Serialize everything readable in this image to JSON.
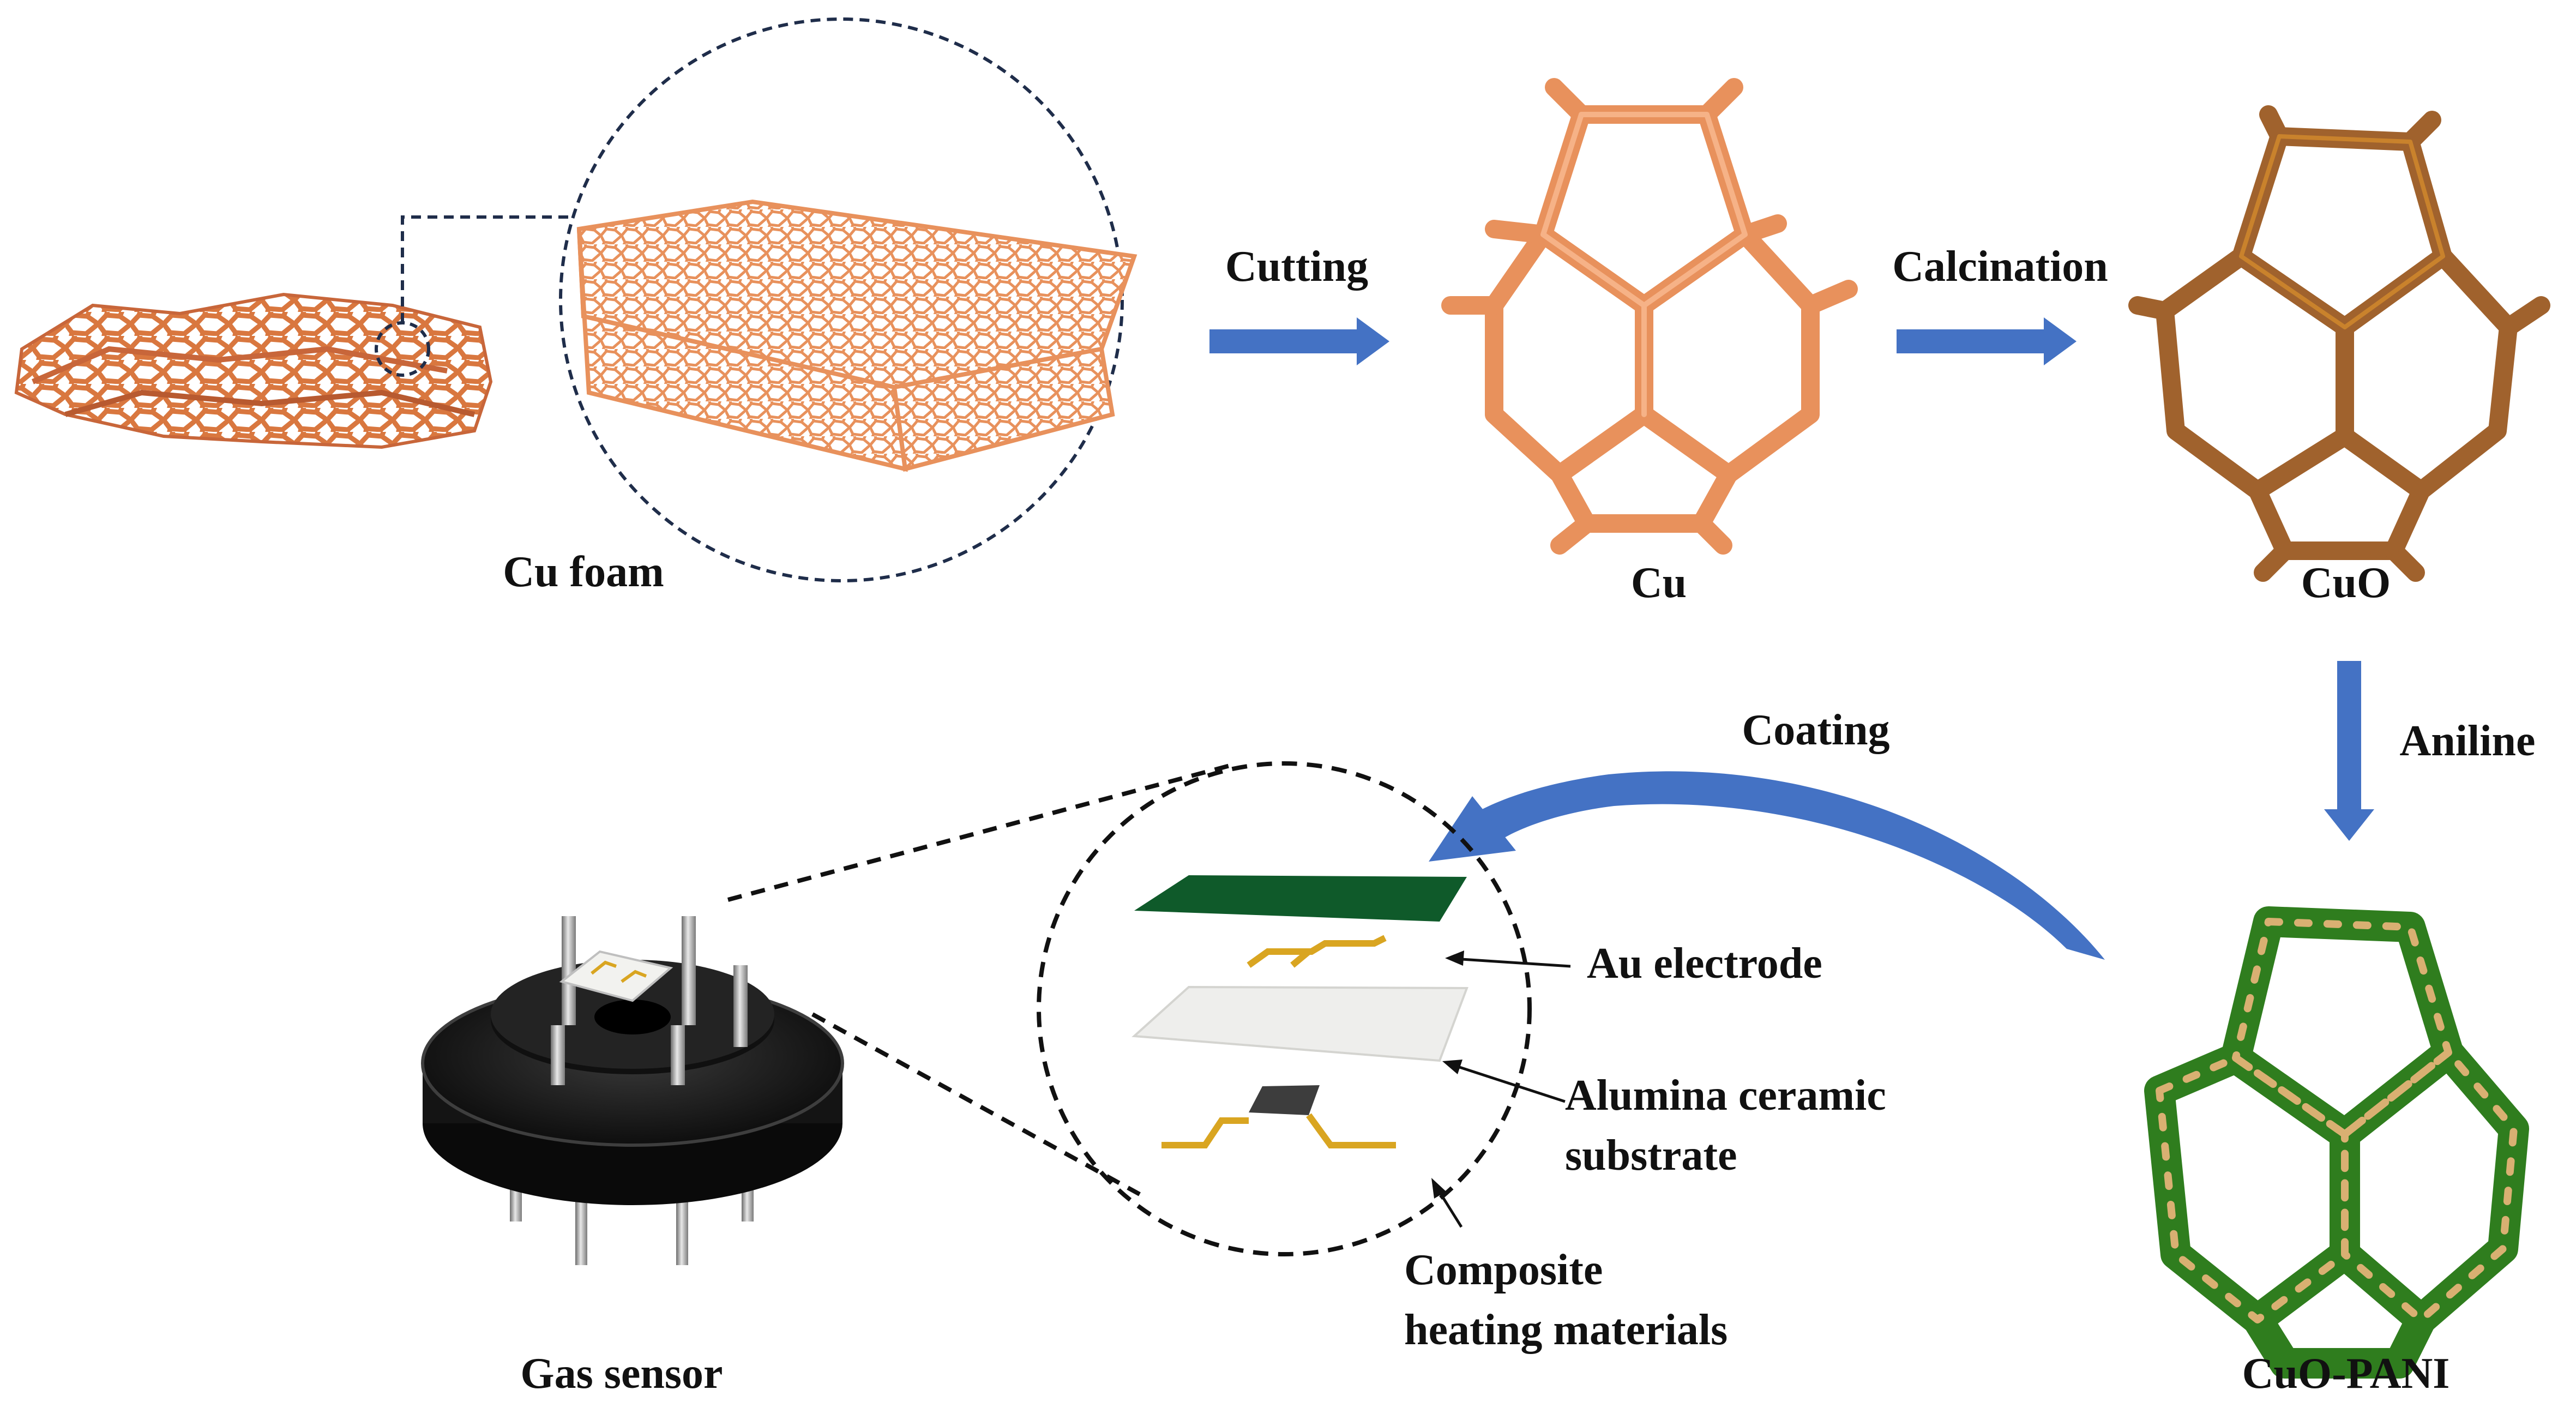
{
  "labels": {
    "cu_foam": "Cu foam",
    "cu": "Cu",
    "cuo": "CuO",
    "cuo_pani": "CuO-PANI",
    "gas_sensor": "Gas sensor"
  },
  "steps": {
    "cutting": "Cutting",
    "calcination": "Calcination",
    "aniline": "Aniline",
    "coating": "Coating"
  },
  "layers": {
    "au_electrode": "Au electrode",
    "alumina_line1": "Alumina ceramic",
    "alumina_line2": "substrate",
    "composite_line1": "Composite",
    "composite_line2": "heating materials"
  },
  "colors": {
    "copper": "#e8915c",
    "copper_dark": "#c8663a",
    "cuo": "#a0622d",
    "pani_green": "#2f7d1e",
    "arrow_blue": "#4472c4",
    "board_green": "#0f5a2a",
    "gold": "#d9a521",
    "sensor_black": "#141414"
  }
}
